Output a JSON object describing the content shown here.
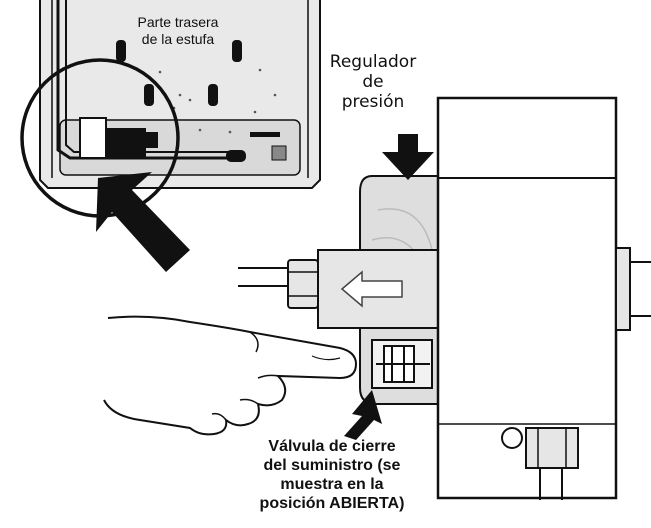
{
  "labels": {
    "stove_back": [
      "Parte trasera",
      "de la estufa"
    ],
    "pressure_regulator": [
      "Regulador",
      "de",
      "presión"
    ],
    "shutoff_valve": [
      "Válvula de cierre",
      "del suministro (se",
      "muestra en la",
      "posición ABIERTA)"
    ]
  },
  "colors": {
    "ink": "#111111",
    "panel": "#e6e6e6",
    "panel_dark": "#cfcfcf",
    "background": "#ffffff"
  },
  "icons": [
    "callout-arrow-icon",
    "down-arrow-icon",
    "flow-arrow-icon",
    "pointing-hand-icon"
  ]
}
